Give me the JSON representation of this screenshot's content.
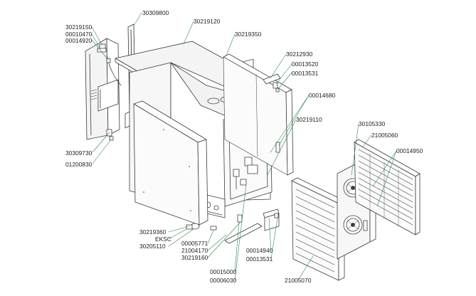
{
  "colors": {
    "line": "#3a3a3a",
    "leader": "#2e8b57",
    "label_text": "#222222",
    "panel_fill": "#f4f4f4"
  },
  "part_labels": {
    "p30309800": "30309800",
    "p30219150": "30219150",
    "p00010470": "00010470",
    "p00014920": "00014920",
    "p30219120": "30219120",
    "p30219350": "30219350",
    "p30212930": "30212930",
    "p00013520": "00013520",
    "p00013531_top": "00013531",
    "p00014680": "00014680",
    "p30219110": "30219110",
    "p30105330": "30105330",
    "p21005060": "21005060",
    "p00014950": "00014950",
    "p30309730": "30309730",
    "p01200830": "01200830",
    "p30219360": "30219360",
    "pEKSC": "EKSC",
    "p30205110": "30205110",
    "p00005771": "00005771",
    "p21004170": "21004170",
    "p30219160": "30219160",
    "p00015000": "00015000",
    "p00006030": "00006030",
    "p00014940": "00014940",
    "p00013531_bottom": "00013531",
    "p21005070": "21005070"
  }
}
